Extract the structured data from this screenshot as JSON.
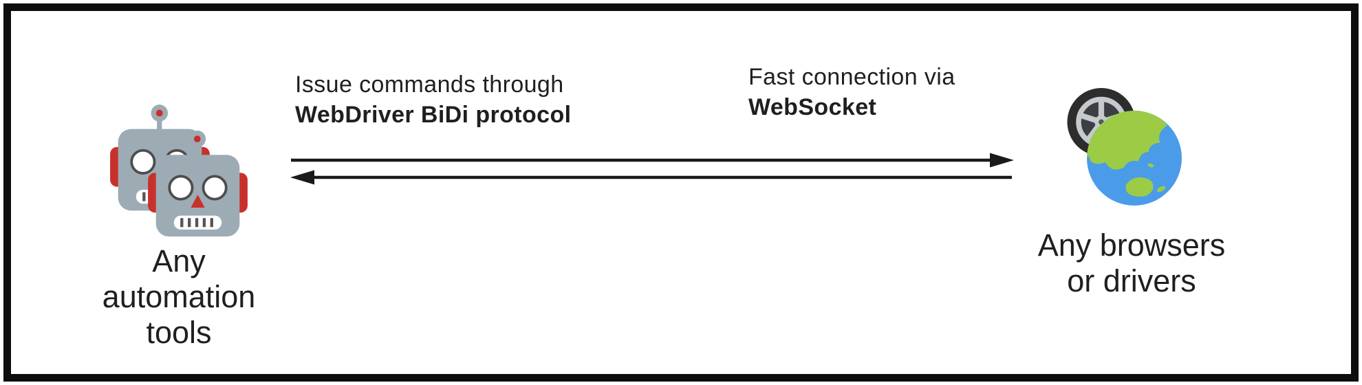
{
  "diagram": {
    "left_node": {
      "icon": "robots-icon",
      "label_lines": [
        "Any",
        "automation",
        "tools"
      ]
    },
    "right_node": {
      "icon": "wheel-globe-icon",
      "label_lines": [
        "Any browsers",
        "or drivers"
      ]
    },
    "top_connection_label": {
      "line1": "Issue commands through",
      "line2": "WebDriver BiDi protocol"
    },
    "right_connection_label": {
      "line1": "Fast connection via",
      "line2": "WebSocket"
    },
    "arrows": [
      {
        "direction": "left-to-right"
      },
      {
        "direction": "right-to-left"
      }
    ],
    "colors": {
      "frame_border": "#0d0d0d",
      "background": "#ffffff",
      "text": "#1f1f1f",
      "arrow": "#1a1a1a",
      "robot_body": "#9dabb5",
      "robot_accent": "#c8312b",
      "globe_ocean": "#4a9ce8",
      "globe_land": "#9ccb45",
      "tire": "#2d2d2d",
      "rim_silver": "#c6cacd"
    }
  }
}
